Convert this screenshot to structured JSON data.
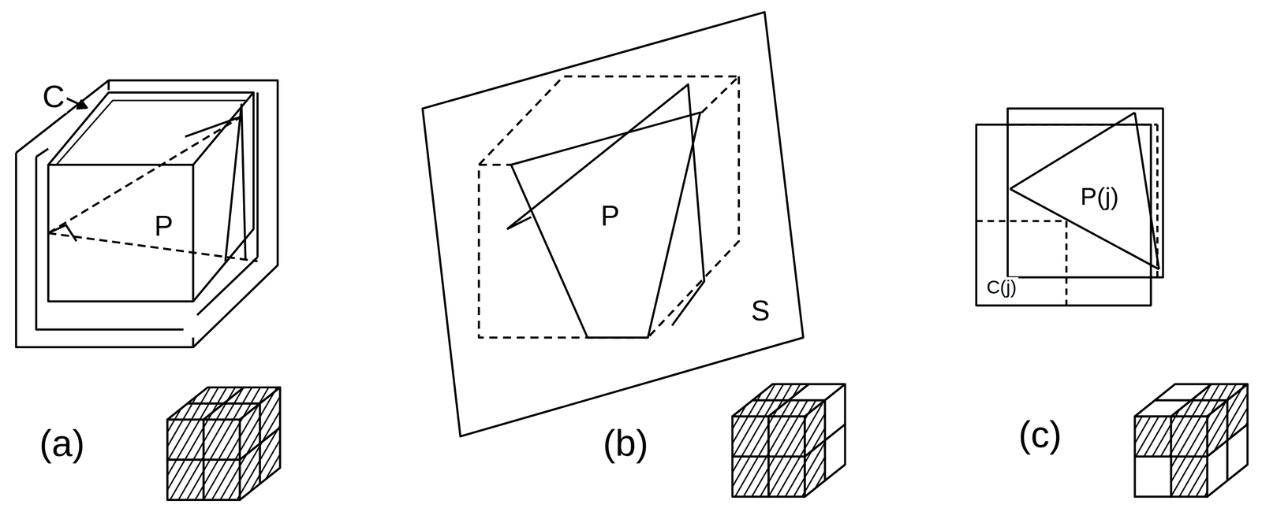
{
  "diagram": {
    "labels": [
      "C",
      "P",
      "(a)",
      "P",
      "S",
      "(b)",
      "P(j)",
      "C(j)",
      "(c)"
    ]
  }
}
